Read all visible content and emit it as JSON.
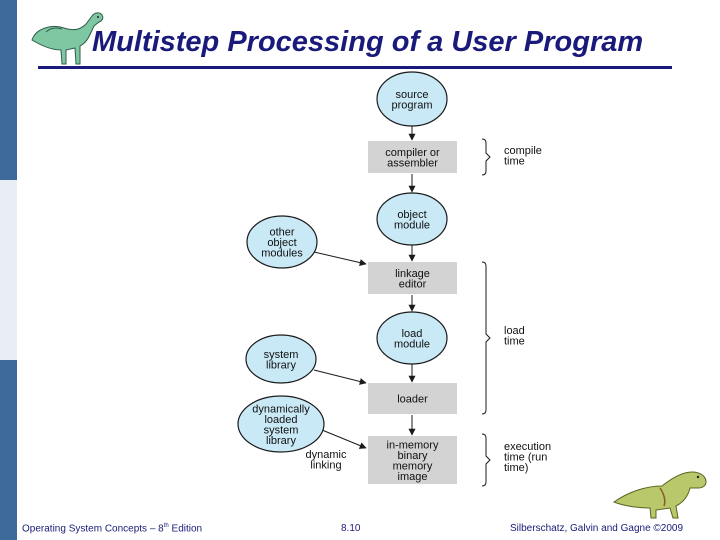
{
  "slide": {
    "title": "Multistep Processing of a User Program",
    "footer_left_prefix": "Operating System Concepts – 8",
    "footer_left_sup": "th",
    "footer_left_suffix": " Edition",
    "footer_center": "8.10",
    "footer_right": "Silberschatz, Galvin and Gagne ©2009"
  },
  "colors": {
    "title": "#1a1a7a",
    "ellipse_fill": "#c9e9f6",
    "box_fill": "#d3d3d3",
    "sidebar_dark": "#3e6a99",
    "sidebar_light": "#e9eef4"
  },
  "icons": {
    "top_left": "dinosaur-icon",
    "bottom_right": "dinosaur-icon"
  },
  "diagram": {
    "nodes": [
      {
        "id": "source",
        "shape": "ellipse",
        "lines": [
          "source",
          "program"
        ]
      },
      {
        "id": "compiler",
        "shape": "box",
        "lines": [
          "compiler or",
          "assembler"
        ]
      },
      {
        "id": "object",
        "shape": "ellipse",
        "lines": [
          "object",
          "module"
        ]
      },
      {
        "id": "other",
        "shape": "ellipse",
        "lines": [
          "other",
          "object",
          "modules"
        ]
      },
      {
        "id": "linkage",
        "shape": "box",
        "lines": [
          "linkage",
          "editor"
        ]
      },
      {
        "id": "load",
        "shape": "ellipse",
        "lines": [
          "load",
          "module"
        ]
      },
      {
        "id": "syslib",
        "shape": "ellipse",
        "lines": [
          "system",
          "library"
        ]
      },
      {
        "id": "dynlib",
        "shape": "ellipse",
        "lines": [
          "dynamically",
          "loaded",
          "system",
          "library"
        ]
      },
      {
        "id": "loader",
        "shape": "box",
        "lines": [
          "loader"
        ]
      },
      {
        "id": "image",
        "shape": "box",
        "lines": [
          "in-memory",
          "binary",
          "memory",
          "image"
        ]
      }
    ],
    "edges": [
      {
        "from": "source",
        "to": "compiler"
      },
      {
        "from": "compiler",
        "to": "object"
      },
      {
        "from": "object",
        "to": "linkage"
      },
      {
        "from": "other",
        "to": "linkage"
      },
      {
        "from": "linkage",
        "to": "load"
      },
      {
        "from": "load",
        "to": "loader"
      },
      {
        "from": "syslib",
        "to": "loader"
      },
      {
        "from": "loader",
        "to": "image"
      },
      {
        "from": "dynlib",
        "to": "image"
      }
    ],
    "dynamic_linking_label": [
      "dynamic",
      "linking"
    ],
    "phases": [
      {
        "id": "compile",
        "lines": [
          "compile",
          "time"
        ]
      },
      {
        "id": "load",
        "lines": [
          "load",
          "time"
        ]
      },
      {
        "id": "execution",
        "lines": [
          "execution",
          "time (run",
          "time)"
        ]
      }
    ]
  }
}
